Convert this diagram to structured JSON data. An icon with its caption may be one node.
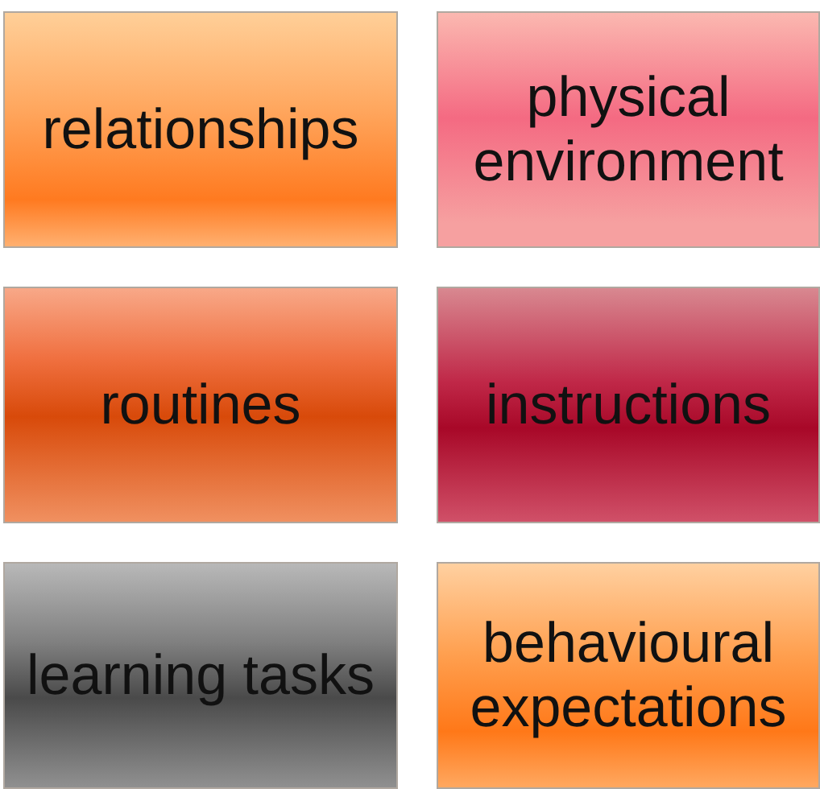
{
  "diagram": {
    "nodes": [
      {
        "text": [
          "relationships"
        ]
      },
      {
        "text": [
          "physical environment"
        ]
      },
      {
        "text": [
          "routines"
        ]
      },
      {
        "text": [
          "instructions"
        ]
      },
      {
        "text": [
          "learning tasks"
        ]
      },
      {
        "text": [
          "behavioural expectations"
        ]
      }
    ]
  }
}
